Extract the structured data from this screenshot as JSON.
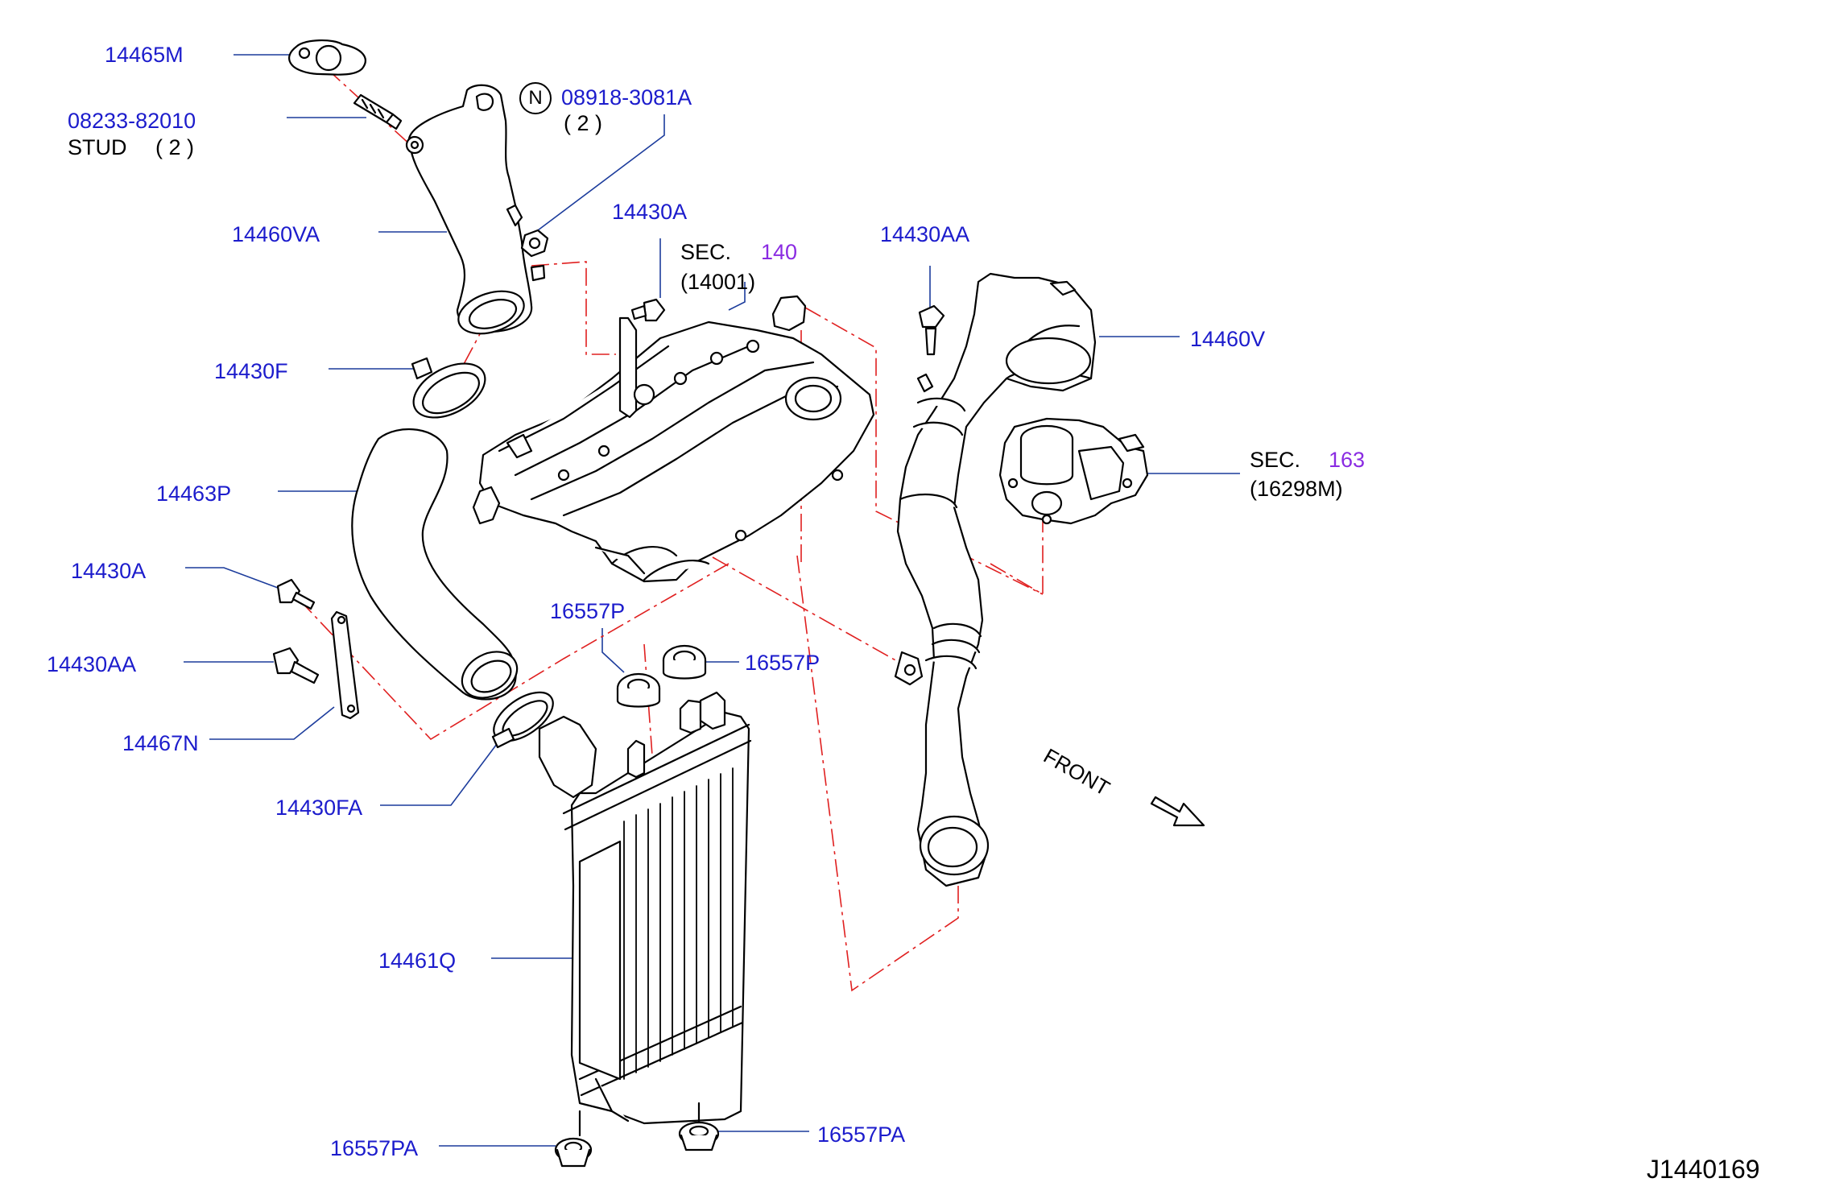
{
  "drawing_id": "J1440169",
  "front_label": "FRONT",
  "callouts": {
    "p14465M": "14465M",
    "p08233": "08233-82010",
    "stud": "STUD",
    "stud_qty": "( 2 )",
    "nut_marker": "N",
    "p08918": "08918-3081A",
    "nut_qty": "( 2 )",
    "p14430A_top": "14430A",
    "sec140_prefix": "SEC.",
    "sec140_num": "140",
    "sec140_ref": "(14001)",
    "p14430AA_top": "14430AA",
    "p14460V": "14460V",
    "sec163_prefix": "SEC.",
    "sec163_num": "163",
    "sec163_ref": "(16298M)",
    "p14460VA": "14460VA",
    "p14430F": "14430F",
    "p14463P": "14463P",
    "p14430A_left": "14430A",
    "p14430AA_left": "14430AA",
    "p14467N": "14467N",
    "p14430FA": "14430FA",
    "p16557P_left": "16557P",
    "p16557P_right": "16557P",
    "p14461Q": "14461Q",
    "p16557PA_left": "16557PA",
    "p16557PA_right": "16557PA"
  },
  "colors": {
    "part_number": "#1c1ccc",
    "section_number": "#8a2be2",
    "text": "#000000",
    "dashed_line": "#e02020",
    "leader": "#1c3c9c"
  }
}
